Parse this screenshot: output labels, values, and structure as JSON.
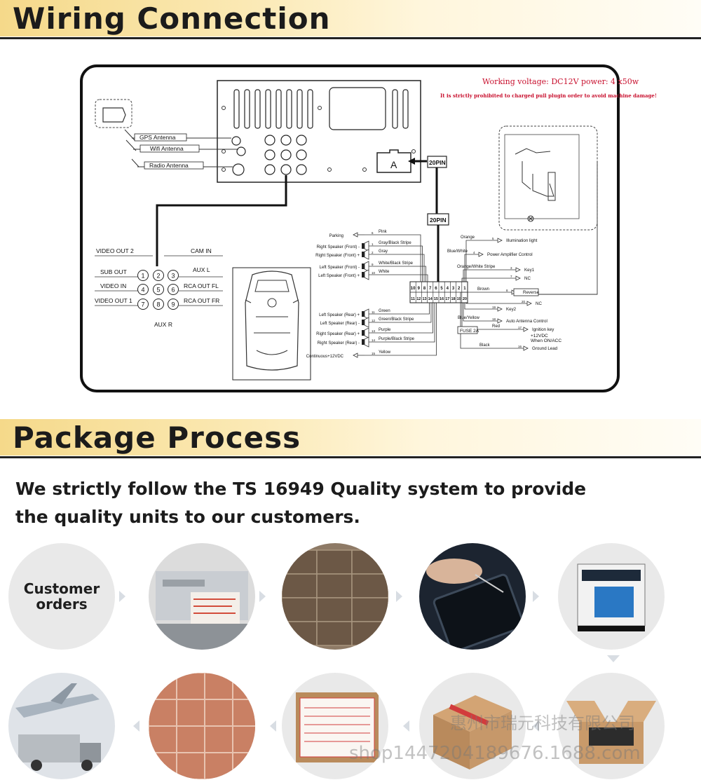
{
  "sections": {
    "wiring_title": "Wiring Connection",
    "package_title": "Package Process"
  },
  "diagram": {
    "voltage_note": "Working voltage: DC12V power: 4 x50w",
    "warning_note": "It is strictly prohibited to charged pull plugin order to avoid machine damage!",
    "antennas": [
      "GPS Antenna",
      "Wifi Antenna",
      "Radio Antenna"
    ],
    "connector_a": "A",
    "connector_20pin_top": "20PIN",
    "connector_20pin_mid": "20PIN",
    "rca_labels": {
      "video_out2": "VIDEO OUT 2",
      "cam_in": "CAM IN",
      "sub_out": "SUB OUT",
      "aux_l": "AUX L",
      "video_in": "VIDEO IN",
      "rca_out_fl": "RCA OUT FL",
      "video_out1": "VIDEO OUT 1",
      "rca_out_fr": "RCA OUT FR",
      "aux_r": "AUX R"
    },
    "rca_numbers": [
      "1",
      "2",
      "3",
      "4",
      "5",
      "6",
      "7",
      "8",
      "9"
    ],
    "pin_top_row": [
      "10",
      "9",
      "8",
      "7",
      "6",
      "5",
      "4",
      "3",
      "2",
      "1"
    ],
    "pin_bottom_row": [
      "11",
      "12",
      "13",
      "14",
      "15",
      "16",
      "17",
      "18",
      "19",
      "20"
    ],
    "left_wires": [
      {
        "label": "Parking",
        "num": "6",
        "color": "Pink"
      },
      {
        "label": "Right Speaker (Front) -",
        "num": "1",
        "color": "Gray/Black Stripe"
      },
      {
        "label": "Right Speaker (Front) +",
        "num": "2",
        "color": "Gray"
      },
      {
        "label": "Left Speaker (Front) -",
        "num": "9",
        "color": "White/Black Stripe"
      },
      {
        "label": "Left Speaker (Front) +",
        "num": "10",
        "color": "White"
      },
      {
        "label": "Left Speaker (Rear) +",
        "num": "11",
        "color": "Green"
      },
      {
        "label": "Left Speaker (Rear) -",
        "num": "12",
        "color": "Green/Black Stripe"
      },
      {
        "label": "Right Speaker (Rear) +",
        "num": "13",
        "color": "Purple"
      },
      {
        "label": "Right Speaker (Rear) -",
        "num": "14",
        "color": "Purple/Black Stripe"
      },
      {
        "label": "Continuous+12VDC",
        "num": "15",
        "color": "Yellow"
      }
    ],
    "right_wires": [
      {
        "color": "Orange",
        "num": "5",
        "label": "Illumination light"
      },
      {
        "color": "Blue/White",
        "num": "4",
        "label": "Power Amplifier Control"
      },
      {
        "color": "Orange/White Stripe",
        "num": "3",
        "label": "Key1"
      },
      {
        "color": "",
        "num": "7",
        "label": "NC"
      },
      {
        "color": "Brown",
        "num": "8",
        "label": "Reverse"
      },
      {
        "color": "",
        "num": "20",
        "label": "NC"
      },
      {
        "color": "",
        "num": "19",
        "label": "Key2"
      },
      {
        "color": "Blue/Yellow",
        "num": "18",
        "label": "Auto Antenna Control"
      },
      {
        "color": "Red",
        "num": "17",
        "label": "Ignition key"
      },
      {
        "color": "Black",
        "num": "16",
        "label": "Ground Lead"
      }
    ],
    "fuse_label": "FUSE 2A",
    "ignition_extra": [
      "+12VDC",
      "When ON/ACC"
    ]
  },
  "package": {
    "tagline_line1": "We strictly follow the TS 16949 Quality system to provide",
    "tagline_line2": "the quality units to our customers.",
    "step1_line1": "Customer",
    "step1_line2": "orders"
  },
  "watermark": {
    "line1": "惠州市瑞元科技有限公司",
    "line2": "shop1447204189676.1688.com"
  },
  "colors": {
    "banner_gold": "#f5d98a",
    "warning_red": "#c8102e",
    "circle_gray": "#e9e9e9"
  }
}
